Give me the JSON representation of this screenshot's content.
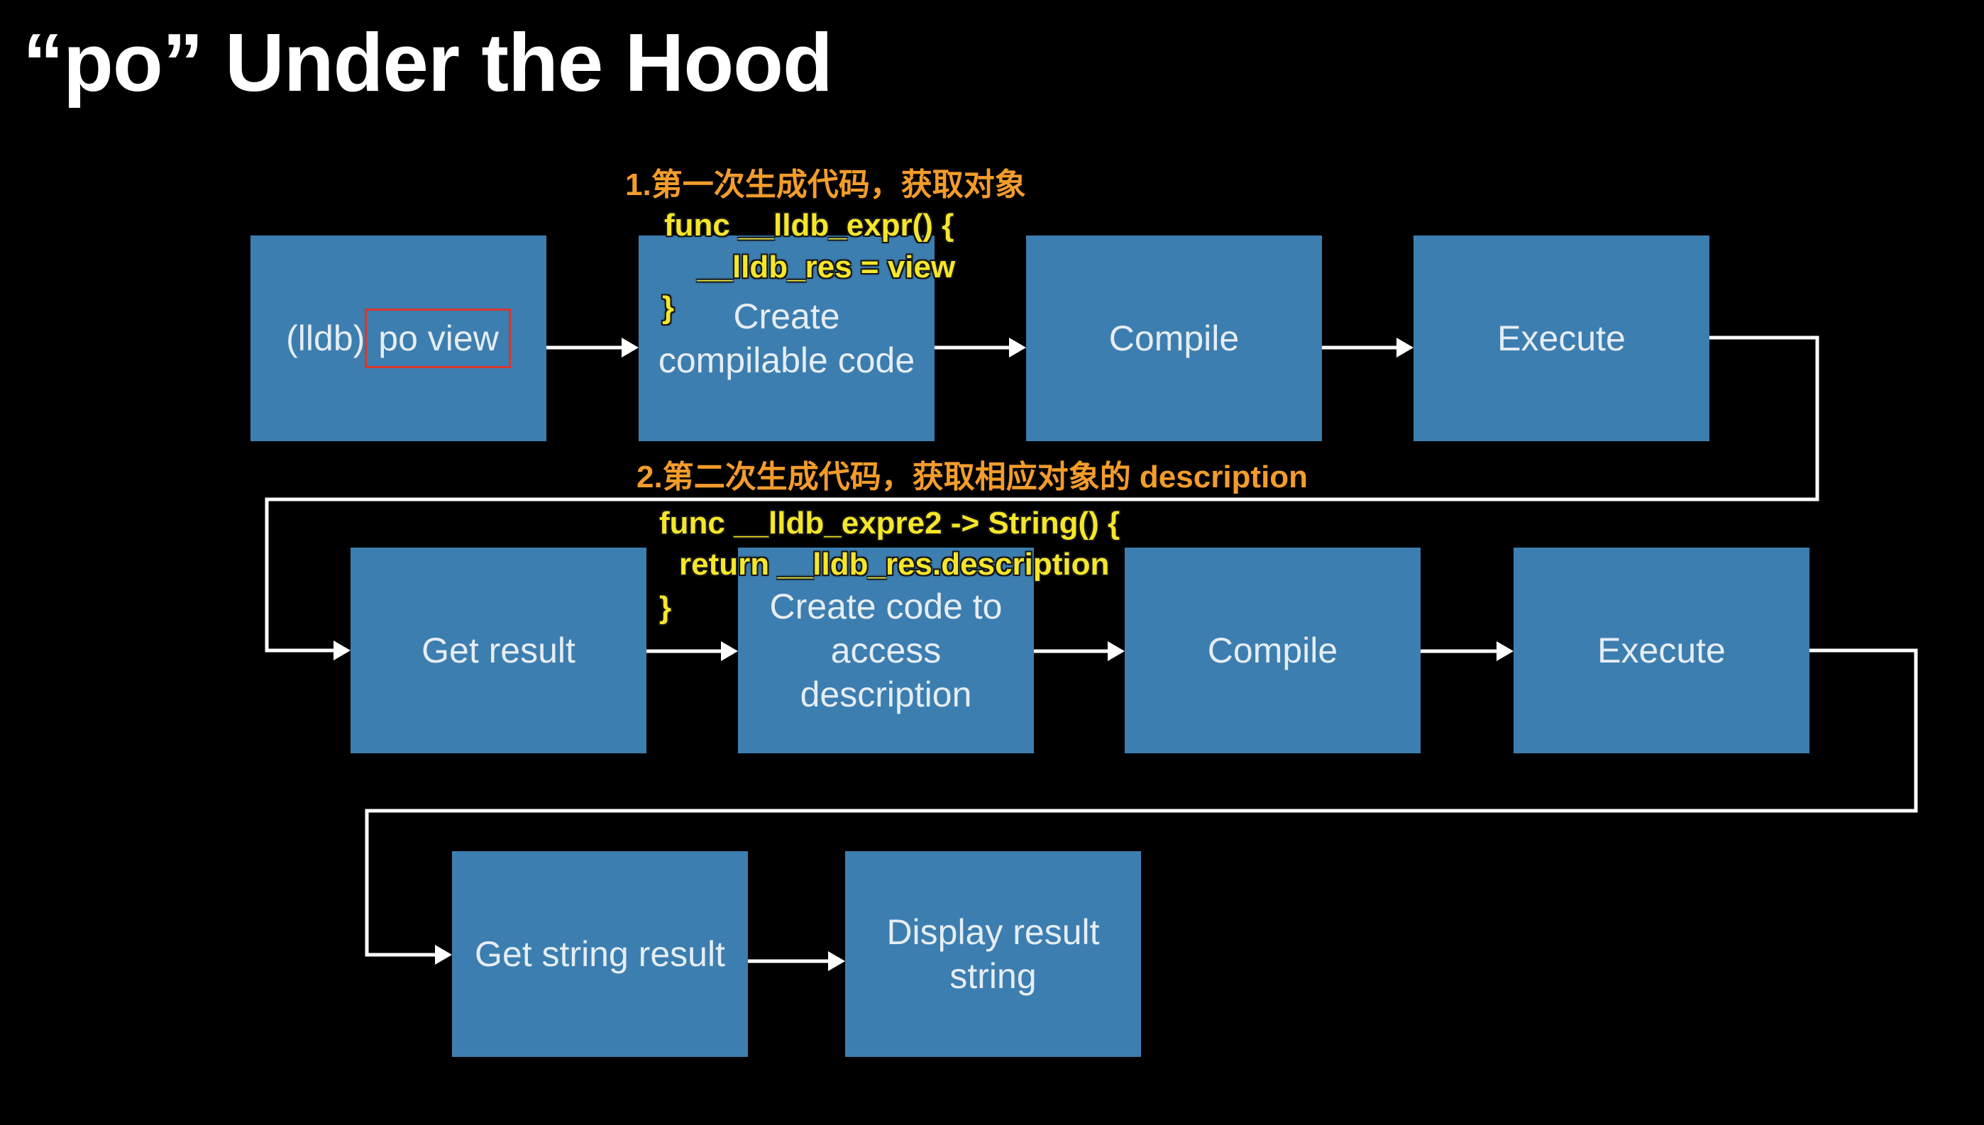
{
  "slide": {
    "title": "“po” Under the Hood"
  },
  "steps": [
    {
      "prompt": "(lldb)",
      "command": "po view"
    },
    {
      "lines": [
        "Create",
        "compilable code"
      ]
    },
    {
      "lines": [
        "Compile"
      ]
    },
    {
      "lines": [
        "Execute"
      ]
    },
    {
      "lines": [
        "Get result"
      ]
    },
    {
      "lines": [
        "Create code to",
        "access",
        "description"
      ]
    },
    {
      "lines": [
        "Compile"
      ]
    },
    {
      "lines": [
        "Execute"
      ]
    },
    {
      "lines": [
        "Get string result"
      ]
    },
    {
      "lines": [
        "Display result",
        "string"
      ]
    }
  ],
  "annotations": [
    {
      "heading": "1.第一次生成代码，获取对象",
      "code": [
        "func __lldb_expr() {",
        "__lldb_res = view",
        "}"
      ]
    },
    {
      "heading": "2.第二次生成代码，获取相应对象的 description",
      "code": [
        "func __lldb_expre2 -> String() {",
        "return __lldb_res.description",
        "}"
      ]
    }
  ],
  "colors": {
    "background": "#000000",
    "title": "#ffffff",
    "box": "#3d7eb0",
    "box_text": "#e6edf3",
    "heading": "#f39c2b",
    "code": "#f5e62a",
    "highlight": "#d9362b",
    "arrow": "#ffffff"
  }
}
